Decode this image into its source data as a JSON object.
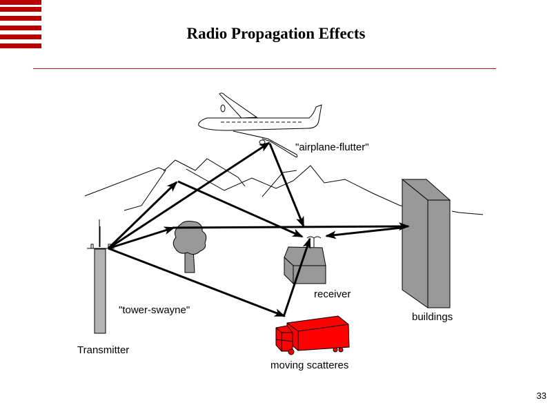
{
  "slide": {
    "title": "Radio Propagation Effects",
    "page_number": "33"
  },
  "colors": {
    "accent": "#b80000",
    "rule": "#b01818",
    "truck": "#ff0000",
    "gray_object": "#999999",
    "tower": "#b4b4b4"
  },
  "diagram": {
    "labels": {
      "airplane": "\"airplane-flutter\"",
      "receiver": "receiver",
      "tower": "\"tower-swayne\"",
      "buildings": "buildings",
      "transmitter": "Transmitter",
      "truck": "moving scatteres"
    },
    "icons": [
      "airplane-icon",
      "mountains-icon",
      "tower-icon",
      "tree-icon",
      "house-icon",
      "building-icon",
      "truck-icon"
    ]
  }
}
